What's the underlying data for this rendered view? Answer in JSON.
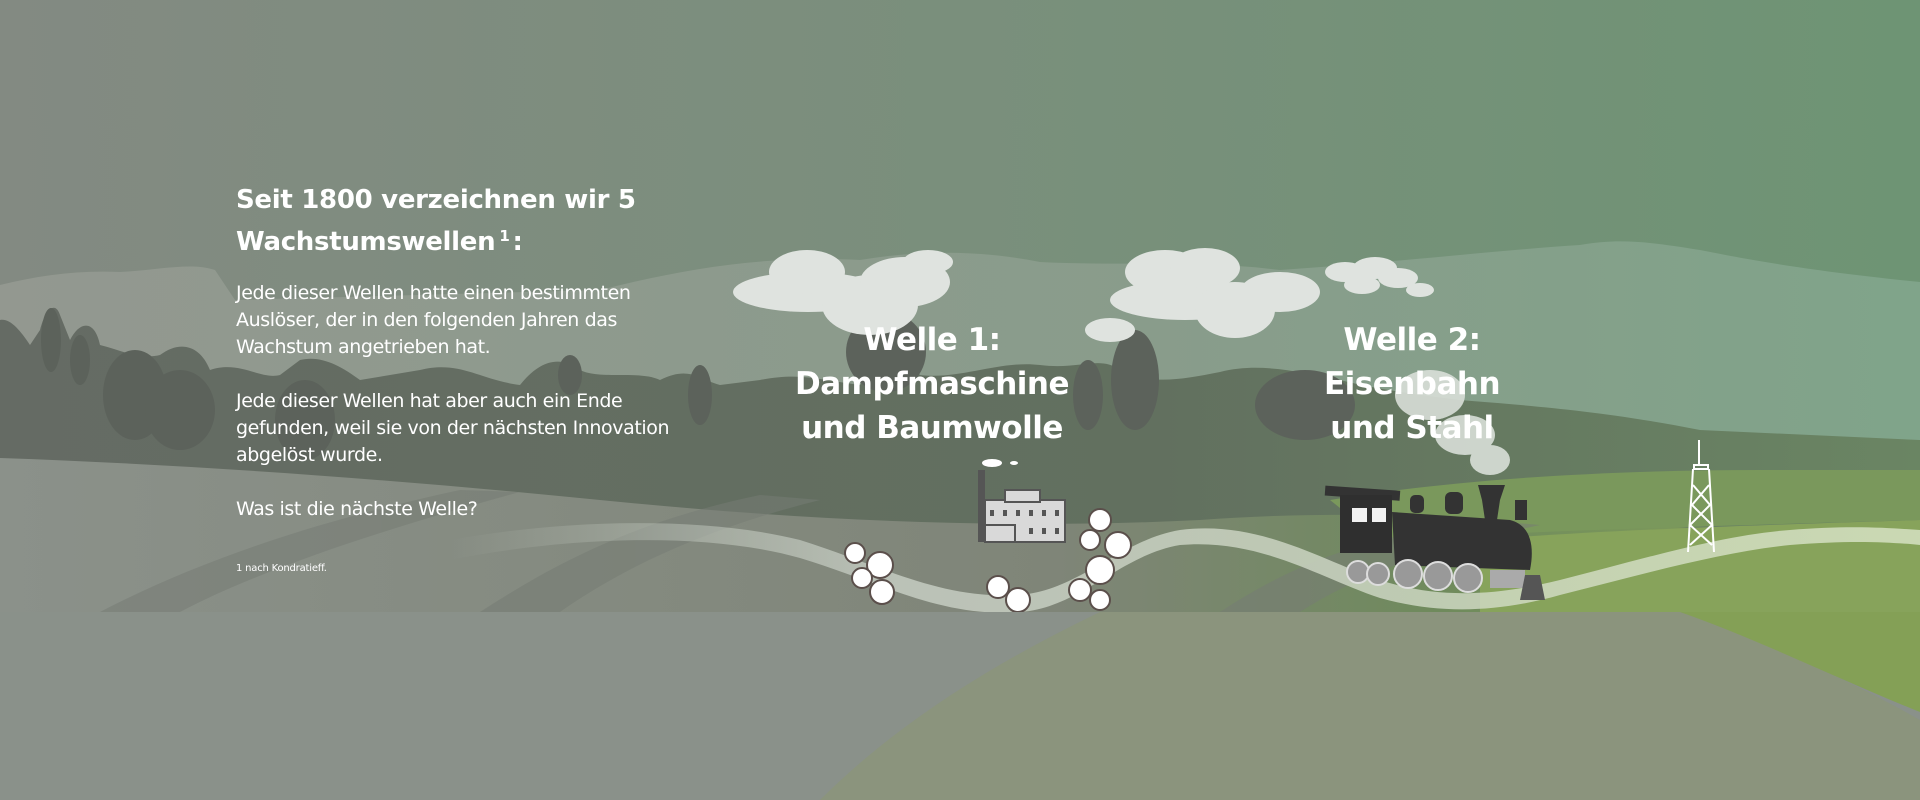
{
  "intro": {
    "headline": "Seit 1800 verzeichnen wir 5 Wachstumswellen",
    "headline_footnote_ref": "1",
    "headline_suffix": ":",
    "paragraphs": [
      "Jede dieser Wellen hatte einen bestimmten Auslöser, der in den folgenden Jahren das Wachstum angetrieben hat.",
      "Jede dieser Wellen hat aber auch ein Ende gefunden, weil sie von der nächsten Innovation abgelöst wurde.",
      "Was ist die nächste Welle?"
    ],
    "footnote": "1 nach Kondratieff."
  },
  "waves": [
    {
      "label": "Welle 1:",
      "subtitle_line1": "Dampfmaschine",
      "subtitle_line2": "und Baumwolle",
      "illustration": "factory-and-cotton"
    },
    {
      "label": "Welle 2:",
      "subtitle_line1": "Eisenbahn",
      "subtitle_line2": "und Stahl",
      "illustration": "steam-locomotive"
    }
  ],
  "colors": {
    "sky_left": "#838a82",
    "sky_right": "#6e9474",
    "hills_gray": "#6d7369",
    "trees_dark": "#5b615b",
    "ground_gray": "#8a918a",
    "ground_green": "#84a056",
    "cloud": "#dfe3df",
    "ribbon": "#c9d0c6",
    "text": "#ffffff"
  }
}
